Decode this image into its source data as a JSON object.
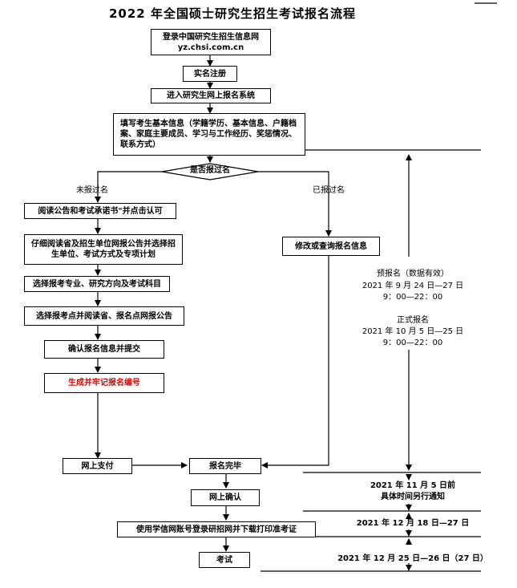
{
  "title": "2022 年全国硕士研究生招生考试报名流程",
  "steps": {
    "login_line1": "登录中国研究生招生信息网",
    "login_line2": "yz.chsi.com.cn",
    "realname": "实名注册",
    "enter_system": "进入研究生网上报名系统",
    "fill_info": "填写考生基本信息（学籍学历、基本信息、户籍档案、家庭主要成员、学习与工作经历、奖惩情况、联系方式）",
    "decision": "是否报过名",
    "read_announce": "阅读公告和考试承诺书\"并点击认可",
    "select_unit": "仔细阅读省及招生单位网报公告并选择招生单位、考试方式及专项计划",
    "select_major": "选择报考专业、研究方向及考试科目",
    "select_site": "选择报考点并阅读省、报名点网报公告",
    "confirm_submit": "确认报名信息并提交",
    "gen_number": "生成并牢记报名编号",
    "modify": "修改或查询报名信息",
    "pay": "网上支付",
    "done": "报名完毕",
    "online_confirm": "网上确认",
    "print_ticket": "使用学信网账号登录研招网并下载打印准考证",
    "exam": "考试"
  },
  "branches": {
    "not_registered": "未报过名",
    "registered": "已报过名"
  },
  "timeline": {
    "pre_title": "预报名（数据有效）",
    "pre_date": "2021 年 9 月 24 日—27 日",
    "pre_time": "9：00—22：00",
    "formal_title": "正式报名",
    "formal_date": "2021 年 10 月 5 日—25 日",
    "formal_time": "9：00—22：00",
    "confirm_date": "2021 年 11 月 5 日前",
    "confirm_note": "具体时间另行通知",
    "print_date": "2021 年 12 月 18 日—27 日",
    "exam_date": "2021 年 12 月 25 日—26 日（27 日）"
  }
}
